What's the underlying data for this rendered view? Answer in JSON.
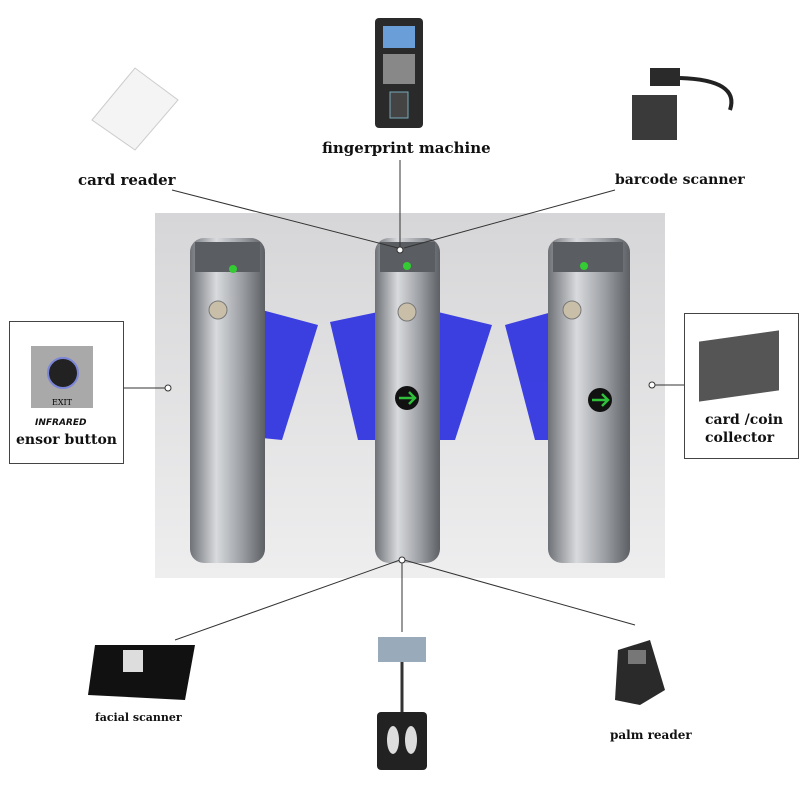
{
  "labels": {
    "card_reader": "card reader",
    "fingerprint": "fingerprint machine",
    "barcode": "barcode scanner",
    "infrared": "INFRARED",
    "sensor_button": "ensor button",
    "exit": "EXIT",
    "card_coin": "card /coin",
    "collector": "collector",
    "facial": "facial scanner",
    "palm": "palm reader"
  },
  "colors": {
    "flap": "#2a2ee0",
    "arrow": "#2fbf3a",
    "pillar": "#a9acb0"
  }
}
